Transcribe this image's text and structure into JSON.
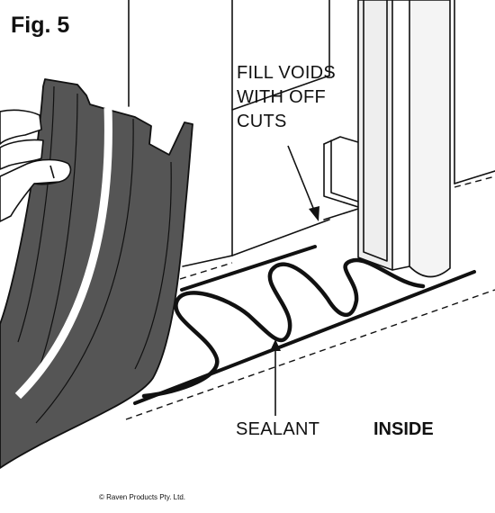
{
  "figure": {
    "title": "Fig. 5",
    "fill_note": "FILL VOIDS WITH OFF CUTS",
    "sealant_label": "SEALANT",
    "inside_label": "INSIDE",
    "copyright": "© Raven Products Pty. Ltd."
  },
  "colors": {
    "ink": "#111111",
    "seal_strip": "#555555",
    "post_fill": "#eeeeee",
    "background": "#ffffff"
  }
}
